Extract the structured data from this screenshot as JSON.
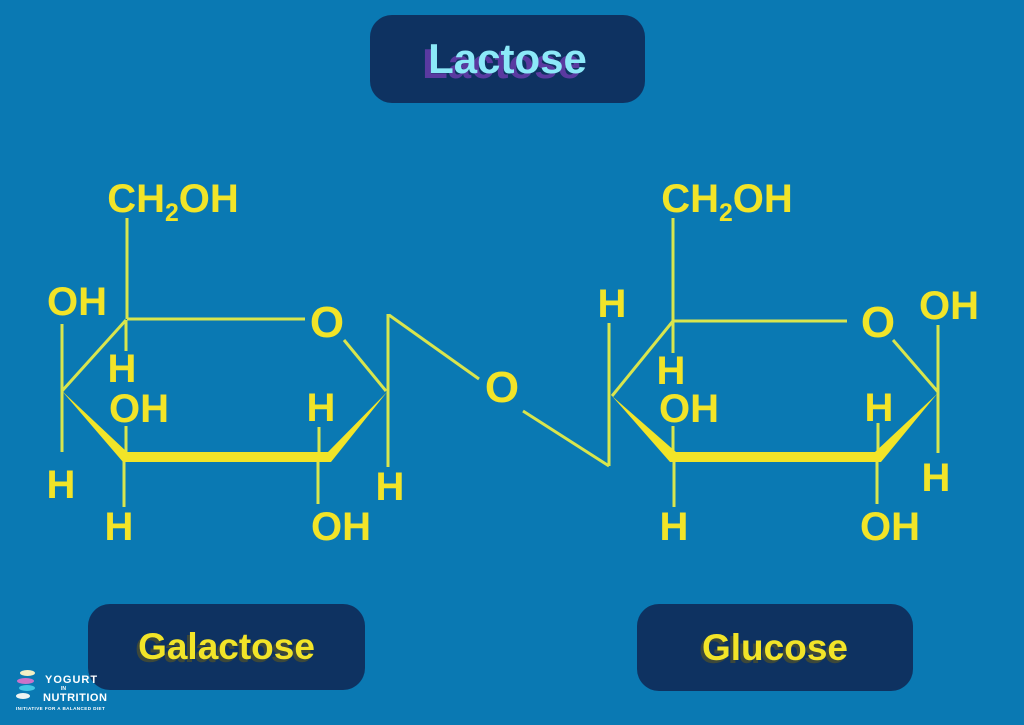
{
  "title": {
    "label": "Lactose"
  },
  "bridge": {
    "oxygen": "O"
  },
  "galactose": {
    "box_label": "Galactose",
    "ch2oh": {
      "prefix": "CH",
      "sub": "2",
      "suffix": "OH"
    },
    "ring_oxygen": "O",
    "oh_upper_left": "OH",
    "h_inner_upper": "H",
    "oh_inner_left": "OH",
    "h_outer_left": "H",
    "h_bottom_left": "H",
    "h_inner_right": "H",
    "oh_bottom_right": "OH",
    "h_anomeric_right": "H"
  },
  "glucose": {
    "box_label": "Glucose",
    "ch2oh": {
      "prefix": "CH",
      "sub": "2",
      "suffix": "OH"
    },
    "ring_oxygen": "O",
    "h_upper_left": "H",
    "oh_upper_right": "OH",
    "h_inner_upper": "H",
    "oh_inner_left": "OH",
    "h_bottom_left": "H",
    "h_inner_right": "H",
    "oh_bottom_right": "OH",
    "h_outer_right": "H"
  },
  "logo": {
    "line1": "YOGURT",
    "line2": "IN",
    "line3": "NUTRITION",
    "tagline": "INITIATIVE FOR A BALANCED DIET",
    "disc_colors": [
      "#f2efc4",
      "#c973c9",
      "#3fc6e4",
      "#eef4f2"
    ]
  },
  "colors": {
    "background": "#0a79b3",
    "panel": "#0e3261",
    "structure_yellow": "#f2e428",
    "bond_green_yellow": "#d9e54d",
    "title_cyan": "#8ce9f8",
    "title_shadow_purple": "#5a3aa0"
  }
}
